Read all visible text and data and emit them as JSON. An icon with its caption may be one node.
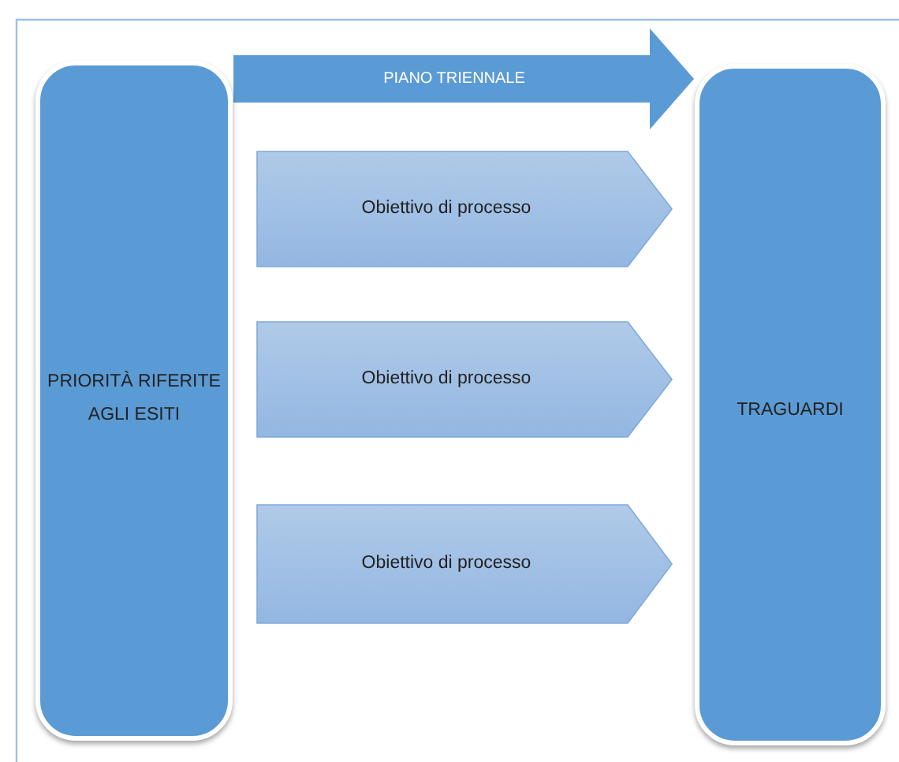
{
  "diagram": {
    "nodes": [
      {
        "text": [
          "PRIORITÀ RIFERITE AGLI ESITI"
        ]
      },
      {
        "text": [
          "Obiettivo di processo"
        ]
      },
      {
        "text": [
          "Obiettivo di processo"
        ]
      },
      {
        "text": [
          "Obiettivo di processo"
        ]
      },
      {
        "text": [
          "TRAGUARDI"
        ]
      }
    ],
    "edges": [
      {
        "from": 0,
        "to": 4,
        "arrow": "to",
        "label": "PIANO TRIENNALE"
      }
    ]
  }
}
